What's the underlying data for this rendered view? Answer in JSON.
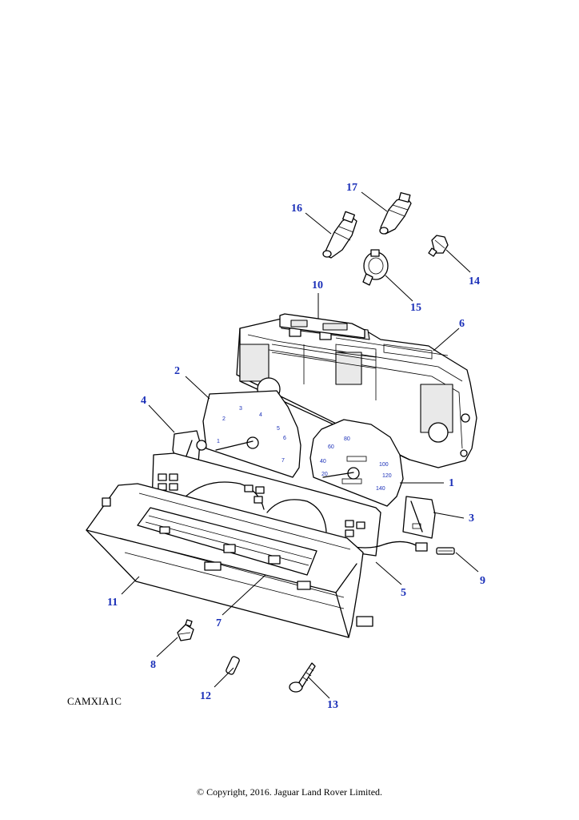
{
  "diagram": {
    "reference_code": "CAMXIA1C",
    "copyright": "© Copyright, 2016. Jaguar Land Rover Limited.",
    "callouts": [
      "1",
      "2",
      "3",
      "4",
      "5",
      "6",
      "7",
      "8",
      "9",
      "10",
      "11",
      "12",
      "13",
      "14",
      "15",
      "16",
      "17"
    ],
    "tachometer_scale": [
      "1",
      "2",
      "3",
      "4",
      "5",
      "6",
      "7"
    ],
    "speedometer_scale": [
      "20",
      "40",
      "60",
      "80",
      "100",
      "120",
      "140"
    ],
    "colors": {
      "callout": "#1a2fb8",
      "line": "#000000",
      "background": "#ffffff"
    }
  }
}
